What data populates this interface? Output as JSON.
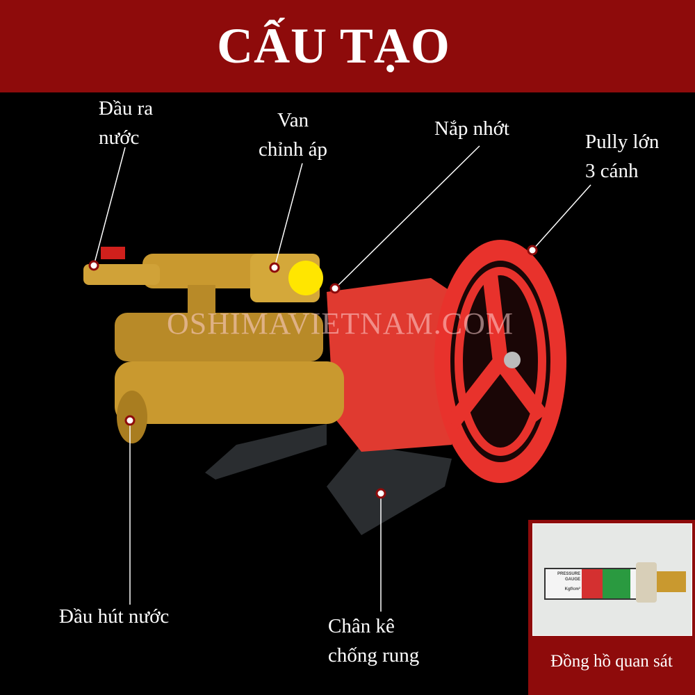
{
  "header": {
    "title": "CẤU TẠO"
  },
  "labels": {
    "outlet": [
      "Đầu ra",
      "nước"
    ],
    "pressure_valve": [
      "Van",
      "chỉnh áp"
    ],
    "oil_cap": "Nắp nhớt",
    "pulley": [
      "Pully lớn",
      "3 cánh"
    ],
    "inlet": "Đầu hút nước",
    "stand": [
      "Chân kê",
      "chống rung"
    ]
  },
  "watermark": "OSHIMAVIETNAM.COM",
  "inset": {
    "caption": "Đồng hồ quan sát",
    "gauge_text": [
      "PRESSURE",
      "GAUGE",
      "Kgf/cm²"
    ]
  },
  "colors": {
    "header_bg": "#8e0b0b",
    "pump_red": "#e8322c",
    "brass": "#c9992f",
    "marker": "#ffffff"
  }
}
